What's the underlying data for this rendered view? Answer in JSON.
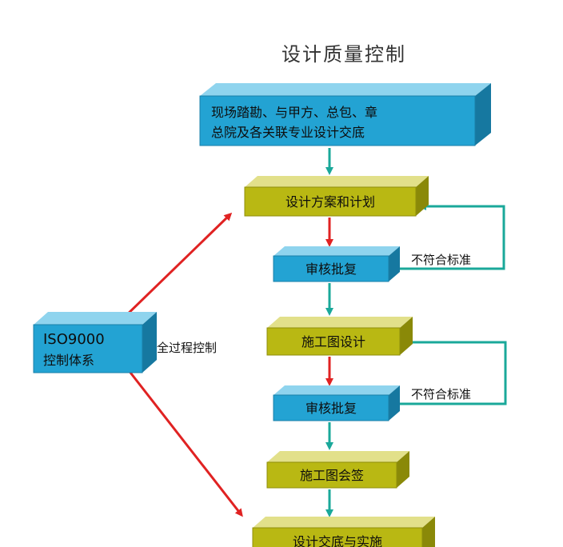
{
  "title": "设计质量控制",
  "nodes": {
    "top": {
      "line1": "现场踏勘、与甲方、总包、章",
      "line2": "总院及各关联专业设计交底"
    },
    "plan": "设计方案和计划",
    "review1": "审核批复",
    "construction": "施工图设计",
    "review2": "审核批复",
    "signoff": "施工图会签",
    "handover": "设计交底与实施",
    "iso": {
      "line1": "ISO9000",
      "line2": "控制体系"
    }
  },
  "labels": {
    "reject1": "不符合标准",
    "reject2": "不符合标准",
    "full_process": "全过程控制"
  },
  "colors": {
    "blue_box": "#23a3d3",
    "olive_box": "#b9b813",
    "red_arrow": "#e02222",
    "teal_arrow": "#1aa89a"
  }
}
